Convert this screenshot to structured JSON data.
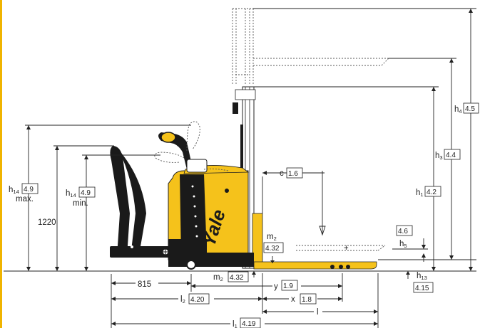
{
  "brand": {
    "logo_text": "Yale",
    "body_color": "#f5c21b",
    "frame_color": "#1a1a1a",
    "accent_bar_color": "#f0b400"
  },
  "labels": {
    "c": {
      "sym": "c",
      "sub": "",
      "ref": "1.6"
    },
    "h4": {
      "sym": "h",
      "sub": "4",
      "ref": "4.5"
    },
    "h3": {
      "sym": "h",
      "sub": "3",
      "ref": "4.4"
    },
    "h1": {
      "sym": "h",
      "sub": "1",
      "ref": "4.2"
    },
    "h14max": {
      "sym": "h",
      "sub": "14",
      "ref": "4.9",
      "note": "max."
    },
    "h14min": {
      "sym": "h",
      "sub": "14",
      "ref": "4.9",
      "note": "min."
    },
    "tiller_height": "1220",
    "m2_upper": {
      "sym": "m",
      "sub": "2",
      "ref": "4.32"
    },
    "m2_lower": {
      "sym": "m",
      "sub": "2",
      "ref": "4.32"
    },
    "ref_46": "4.6",
    "h5": {
      "sym": "h",
      "sub": "5"
    },
    "h13": {
      "sym": "h",
      "sub": "13",
      "ref": "4.15"
    },
    "y": {
      "sym": "y",
      "ref": "1.9"
    },
    "x": {
      "sym": "x",
      "ref": "1.8"
    },
    "l": {
      "sym": "l"
    },
    "l2": {
      "sym": "l",
      "sub": "2",
      "ref": "4.20"
    },
    "l1": {
      "sym": "l",
      "sub": "1",
      "ref": "4.19"
    },
    "dim_815": "815"
  }
}
